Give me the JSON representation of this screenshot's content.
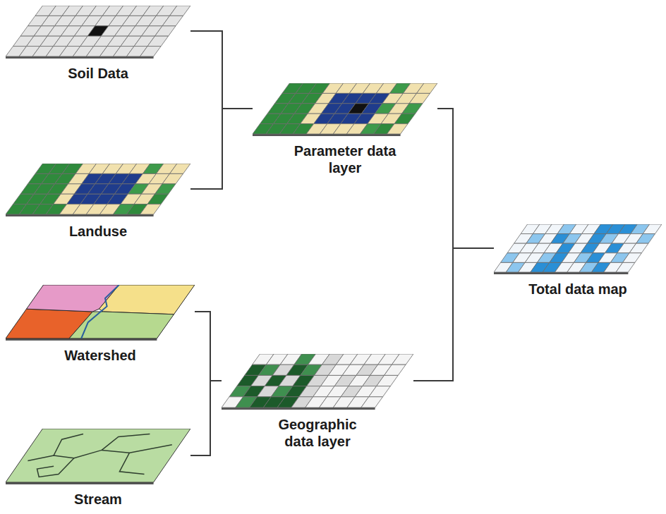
{
  "diagram": {
    "nodes": [
      {
        "text": [
          "Soil Data"
        ]
      },
      {
        "text": [
          "Landuse"
        ]
      },
      {
        "text": [
          "Parameter data layer"
        ]
      },
      {
        "text": [
          "Watershed"
        ]
      },
      {
        "text": [
          "Stream"
        ]
      },
      {
        "text": [
          "Geographic data layer"
        ]
      },
      {
        "text": [
          "Total data map"
        ]
      }
    ],
    "edges": [
      {
        "from": 0,
        "to": 2,
        "arrow": "none"
      },
      {
        "from": 1,
        "to": 2,
        "arrow": "none"
      },
      {
        "from": 3,
        "to": 5,
        "arrow": "none"
      },
      {
        "from": 4,
        "to": 5,
        "arrow": "none"
      },
      {
        "from": 2,
        "to": 6,
        "arrow": "none"
      },
      {
        "from": 5,
        "to": 6,
        "arrow": "none"
      }
    ]
  }
}
